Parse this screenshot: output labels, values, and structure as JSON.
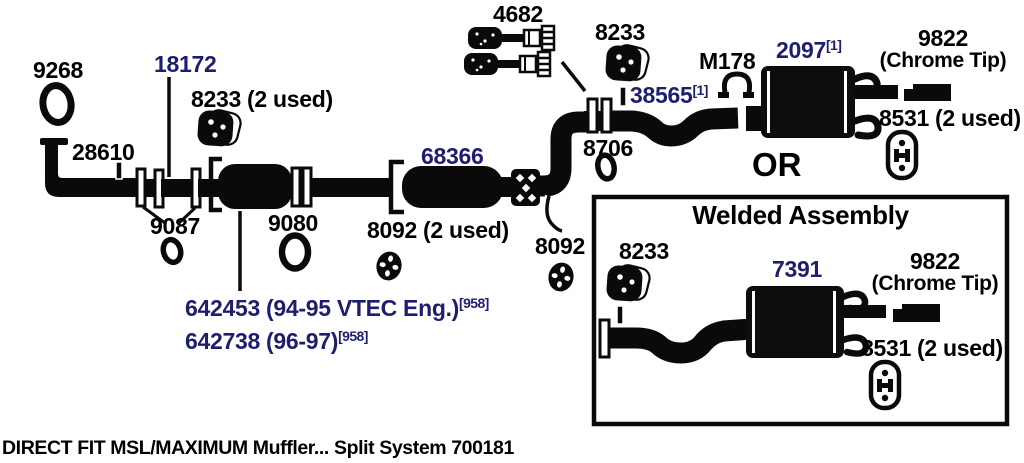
{
  "colors": {
    "accent_blue": "#1e1e6e",
    "ink": "#000000",
    "background": "#ffffff"
  },
  "caption": "DIRECT FIT MSL/MAXIMUM Muffler... Split System 700181",
  "or_divider": "OR",
  "parts": {
    "p9268": "9268",
    "p18172": "18172",
    "p8233_front": "8233 (2 used)",
    "p28610": "28610",
    "p9087": "9087",
    "p9080": "9080",
    "p68366": "68366",
    "p8092_front": "8092 (2 used)",
    "p8092_rear": "8092",
    "p4682": "4682",
    "p8233_mid": "8233",
    "p8706": "8706",
    "p38565": {
      "text": "38565",
      "sup": "[1]"
    },
    "pM178": "M178",
    "p2097": {
      "text": "2097",
      "sup": "[1]"
    },
    "p9822_line1": "9822",
    "p9822_line2": "(Chrome Tip)",
    "p8531": "8531 (2 used)",
    "p642453": {
      "text": "642453 (94-95 VTEC Eng.)",
      "sup": "[958]"
    },
    "p642738": {
      "text": "642738 (96-97)",
      "sup": "[958]"
    }
  },
  "welded_assembly": {
    "title": "Welded Assembly",
    "p8233": "8233",
    "p7391": "7391",
    "p9822_line1": "9822",
    "p9822_line2": "(Chrome Tip)",
    "p8531": "8531 (2 used)"
  },
  "icons": {
    "pipe-ring-gasket-icon": "hollow oval ring",
    "flange-gasket-icon": "black donut gasket with bolt holes",
    "spring-bolt-icon": "spring with flanged bolt",
    "rubber-insulator-icon": "black oval insulator with 4 holes",
    "u-clamp-icon": "omega shaped U-bolt clamp",
    "rubber-hanger-icon": "capsule rubber hanger with two holes",
    "chrome-tip-icon": "chrome tailpipe tip",
    "flex-coupling-icon": "braided flex section (checkered)",
    "hanger-pin-icon": "small welded hanger pin",
    "flange-plate-icon": "white flange plate",
    "bracket-icon": "assembly span bracket"
  }
}
